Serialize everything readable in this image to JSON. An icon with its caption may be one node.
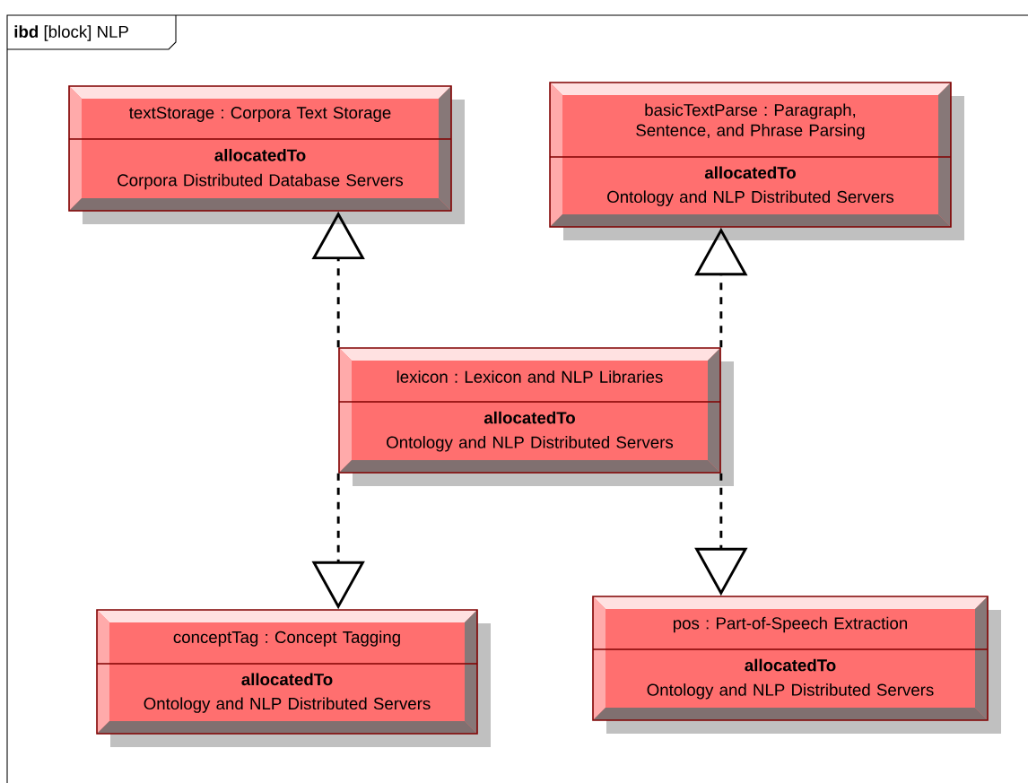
{
  "diagram": {
    "nodes": [
      {
        "text": [
          "**ibd** [block] NLP"
        ]
      },
      {
        "text": [
          "textStorage : Corpora Text Storage",
          "allocatedTo",
          "Corpora Distributed Database Servers"
        ],
        "in": 0
      },
      {
        "text": [
          "basicTextParse : Paragraph, Sentence, and Phrase Parsing",
          "allocatedTo",
          "Ontology and NLP Distributed Servers"
        ],
        "in": 0
      },
      {
        "text": [
          "lexicon : Lexicon and NLP Libraries",
          "allocatedTo",
          "Ontology and NLP Distributed Servers"
        ],
        "in": 0
      },
      {
        "text": [
          "conceptTag : Concept Tagging",
          "allocatedTo",
          "Ontology and NLP Distributed Servers"
        ],
        "in": 0
      },
      {
        "text": [
          "pos : Part-of-Speech Extraction",
          "allocatedTo",
          "Ontology and NLP Distributed Servers"
        ],
        "in": 0
      }
    ],
    "edges": [
      {
        "from": 3,
        "to": 1,
        "arrow": "to",
        "style": "dashed"
      },
      {
        "from": 3,
        "to": 2,
        "arrow": "to",
        "style": "dashed"
      },
      {
        "from": 3,
        "to": 4,
        "arrow": "to",
        "style": "dashed"
      },
      {
        "from": 3,
        "to": 5,
        "arrow": "to",
        "style": "dashed"
      }
    ]
  }
}
